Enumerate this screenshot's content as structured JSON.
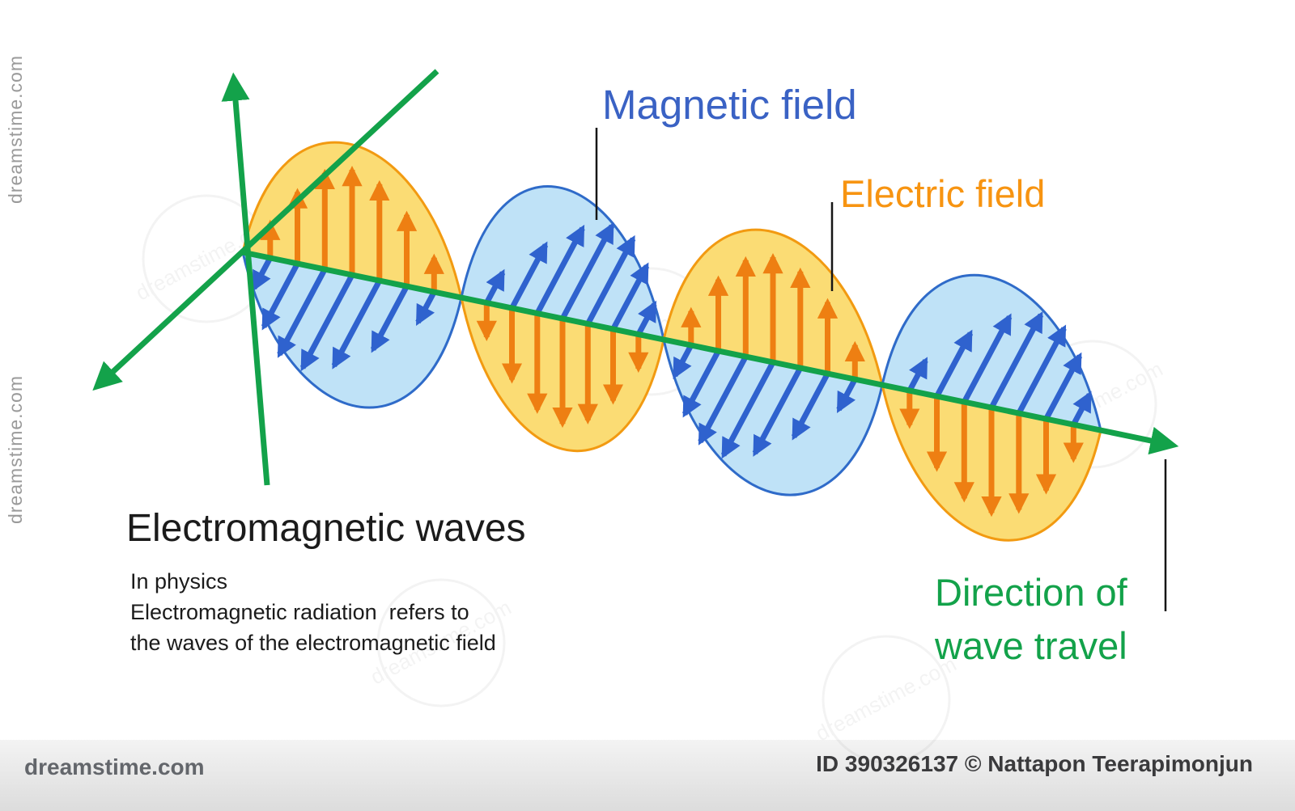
{
  "labels": {
    "magnetic_field": "Magnetic field",
    "electric_field": "Electric field",
    "direction_line1": "Direction of",
    "direction_line2": "wave travel",
    "title": "Electromagnetic waves",
    "desc_line1": "In physics",
    "desc_line2": "Electromagnetic radiation  refers to",
    "desc_line3": "the waves of the electromagnetic field"
  },
  "watermark": {
    "site": "dreamstime.com",
    "left_vertical_top": "dreamstime.com",
    "left_vertical_middle": "dreamstime.com",
    "bottom_left": "dreamstime.com",
    "bottom_right": "ID 390326137 © Nattapon Teerapimonjun"
  },
  "colors": {
    "electric_fill": "#fbdc74",
    "electric_stroke": "#f29a11",
    "electric_arrow": "#ee7f12",
    "magnetic_fill": "#bfe2f7",
    "magnetic_stroke": "#2f6bc9",
    "magnetic_arrow": "#2f62ce",
    "axis_green": "#13a24a",
    "label_blue": "#3a62c4",
    "label_orange": "#f79411",
    "label_green": "#13a24a"
  }
}
